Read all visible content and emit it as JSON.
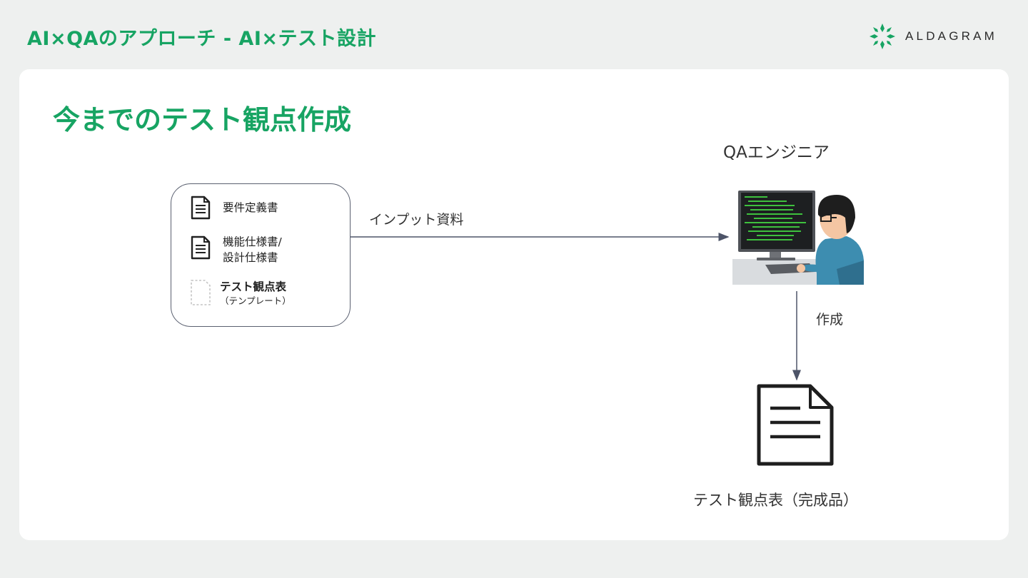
{
  "header": {
    "title": "AI×QAのアプローチ  - AI×テスト設計",
    "logo_text": "ALDAGRAM",
    "accent_color": "#17a463"
  },
  "slide": {
    "title": "今までのテスト観点作成"
  },
  "input_box": {
    "items": [
      {
        "icon": "document-icon",
        "line1": "要件定義書"
      },
      {
        "icon": "document-icon",
        "line1": "機能仕様書/",
        "line2": "設計仕様書"
      },
      {
        "icon": "dashed-document-icon",
        "line1": "テスト観点表",
        "line2": "（テンプレート）"
      }
    ]
  },
  "arrows": {
    "input_label": "インプット資料",
    "create_label": "作成"
  },
  "engineer": {
    "label": "QAエンジニア",
    "icon": "engineer-at-computer-illustration"
  },
  "output": {
    "icon": "document-icon",
    "label": "テスト観点表（完成品）"
  }
}
